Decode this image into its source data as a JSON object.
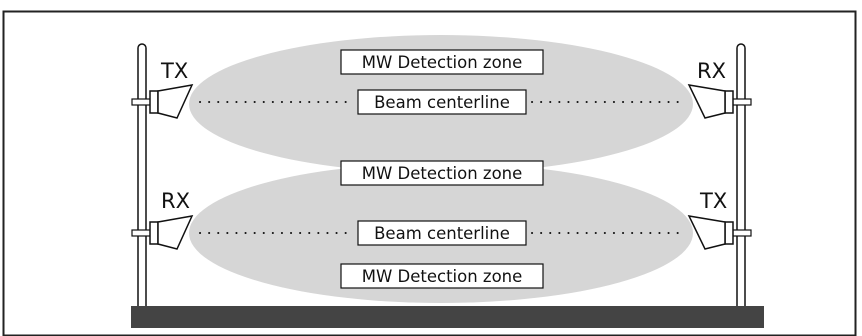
{
  "colors": {
    "zone_fill": "#d6d6d6",
    "ground": "#444444",
    "stroke": "#111111",
    "frame": "#222222",
    "background": "#ffffff"
  },
  "diagram": {
    "top_pair": {
      "left_unit": "TX",
      "right_unit": "RX",
      "zone_label": "MW Detection zone",
      "beam_label": "Beam centerline"
    },
    "middle_zone_label": "MW Detection zone",
    "bottom_pair": {
      "left_unit": "RX",
      "right_unit": "TX",
      "beam_label": "Beam centerline",
      "zone_label": "MW Detection zone"
    }
  }
}
